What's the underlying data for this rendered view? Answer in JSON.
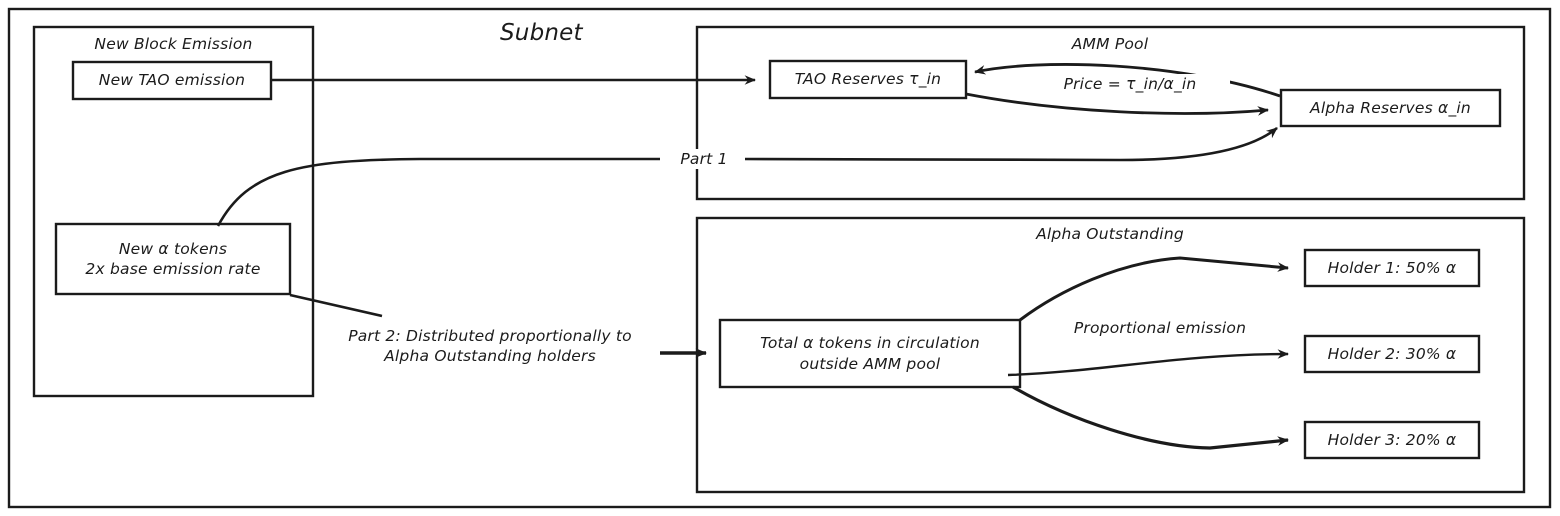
{
  "diagram": {
    "title": "Subnet",
    "groups": {
      "new_block_emission": "New Block Emission",
      "amm_pool": "AMM Pool",
      "alpha_outstanding": "Alpha Outstanding"
    },
    "nodes": {
      "new_tao_emission": "New TAO emission",
      "new_alpha_tokens": "New α tokens\n2x base emission rate",
      "tao_reserves": "TAO Reserves τ_in",
      "alpha_reserves": "Alpha Reserves α_in",
      "total_alpha": "Total α tokens in circulation\noutside AMM pool",
      "holder_1": "Holder 1: 50% α",
      "holder_2": "Holder 2: 30% α",
      "holder_3": "Holder 3: 20% α"
    },
    "edge_labels": {
      "price": "Price = τ_in/α_in",
      "part1": "Part 1",
      "part2": "Part 2: Distributed proportionally to\nAlpha Outstanding holders",
      "proportional_emission": "Proportional emission"
    },
    "colors": {
      "stroke": "#1b1b1b",
      "background": "#ffffff",
      "text": "#1b1b1b"
    }
  }
}
